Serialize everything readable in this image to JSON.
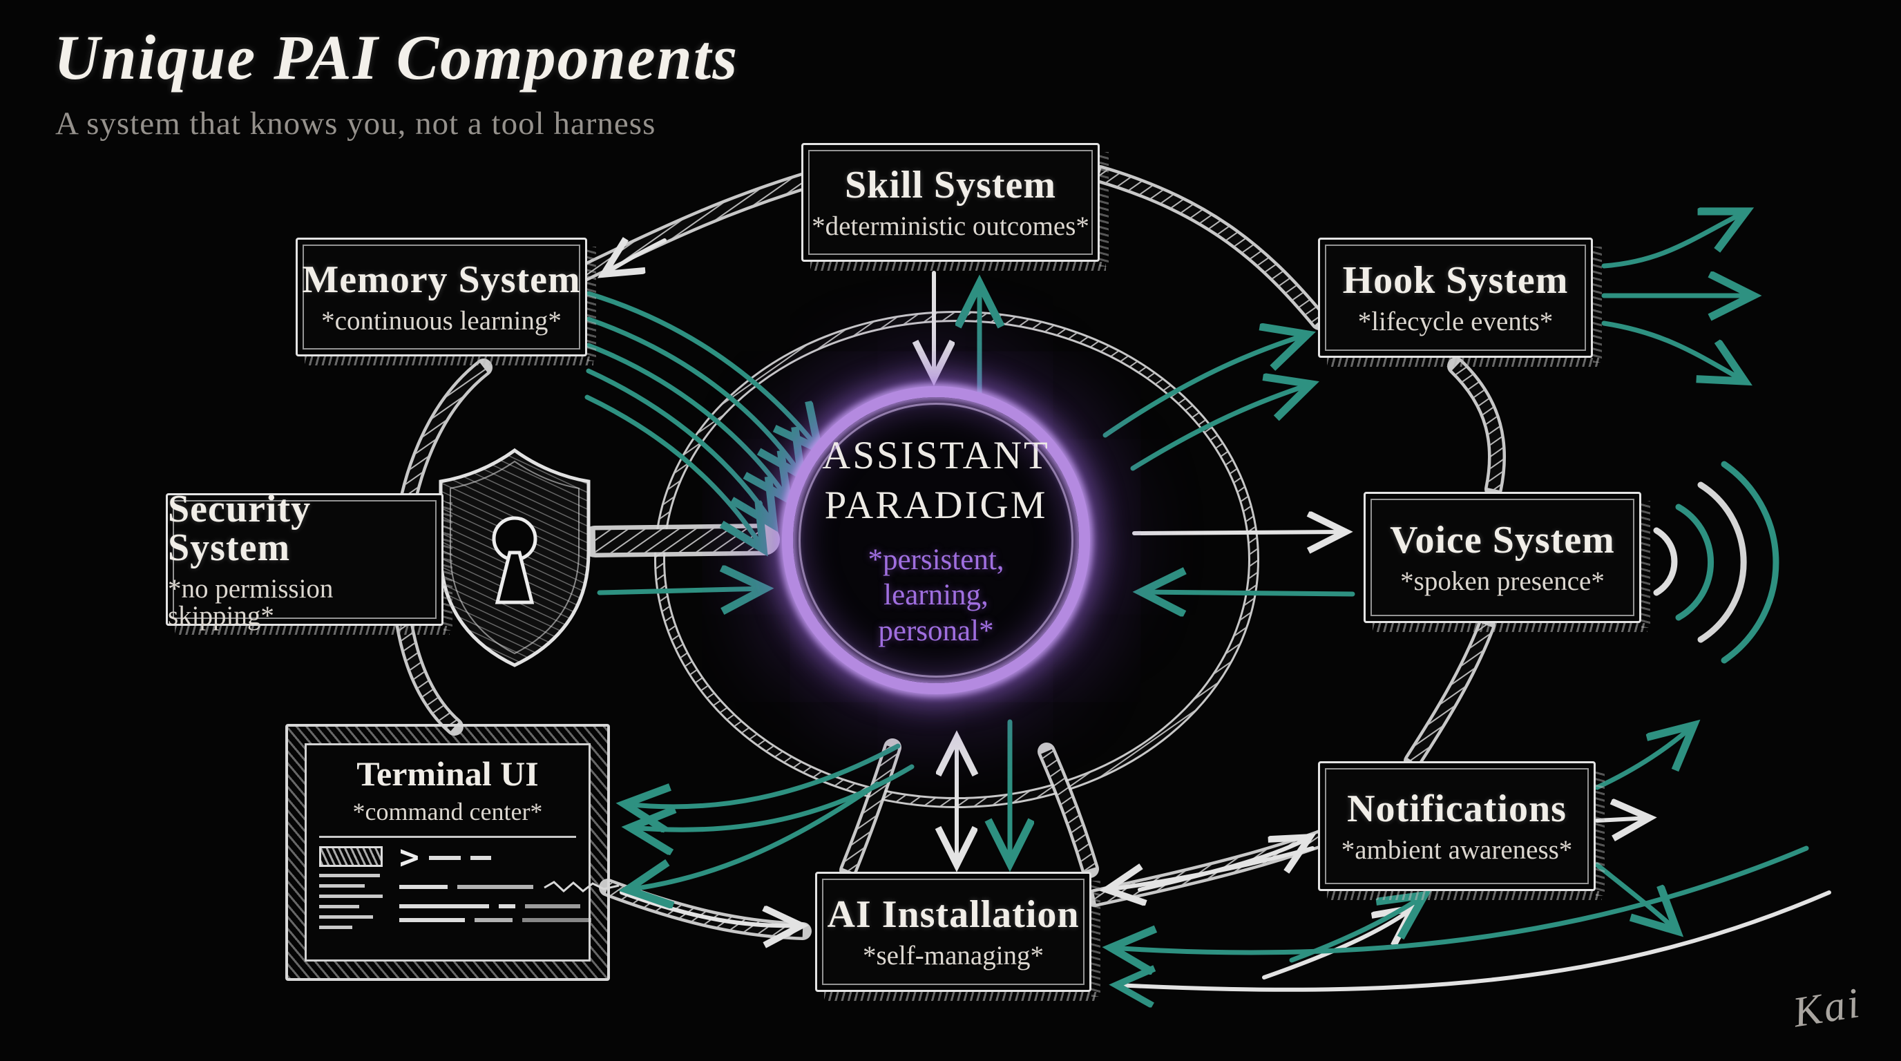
{
  "header": {
    "title": "Unique PAI Components",
    "subtitle": "A system that knows you, not a tool harness"
  },
  "center": {
    "title": "ASSISTANT PARADIGM",
    "subtitle": "*persistent, learning, personal*"
  },
  "nodes": {
    "skill": {
      "title": "Skill System",
      "subtitle": "*deterministic outcomes*"
    },
    "memory": {
      "title": "Memory System",
      "subtitle": "*continuous learning*"
    },
    "hook": {
      "title": "Hook System",
      "subtitle": "*lifecycle events*"
    },
    "security": {
      "title": "Security System",
      "subtitle": "*no permission skipping*"
    },
    "voice": {
      "title": "Voice System",
      "subtitle": "*spoken presence*"
    },
    "terminal": {
      "title": "Terminal UI",
      "subtitle": "*command center*",
      "prompt": ">"
    },
    "notifications": {
      "title": "Notifications",
      "subtitle": "*ambient awareness*"
    },
    "install": {
      "title": "AI Installation",
      "subtitle": "*self-managing*"
    }
  },
  "signature": "Kai",
  "icons": {
    "security": "shield-keyhole-icon",
    "voice": "sound-waves-icon",
    "terminal": "terminal-window-icon"
  },
  "colors": {
    "background": "#050505",
    "chalk": "#e3e3e3",
    "teal_arrows": "#2e9181",
    "purple_ring": "#b48ae0",
    "purple_text": "#a06fe0",
    "muted_text": "#95918c"
  }
}
